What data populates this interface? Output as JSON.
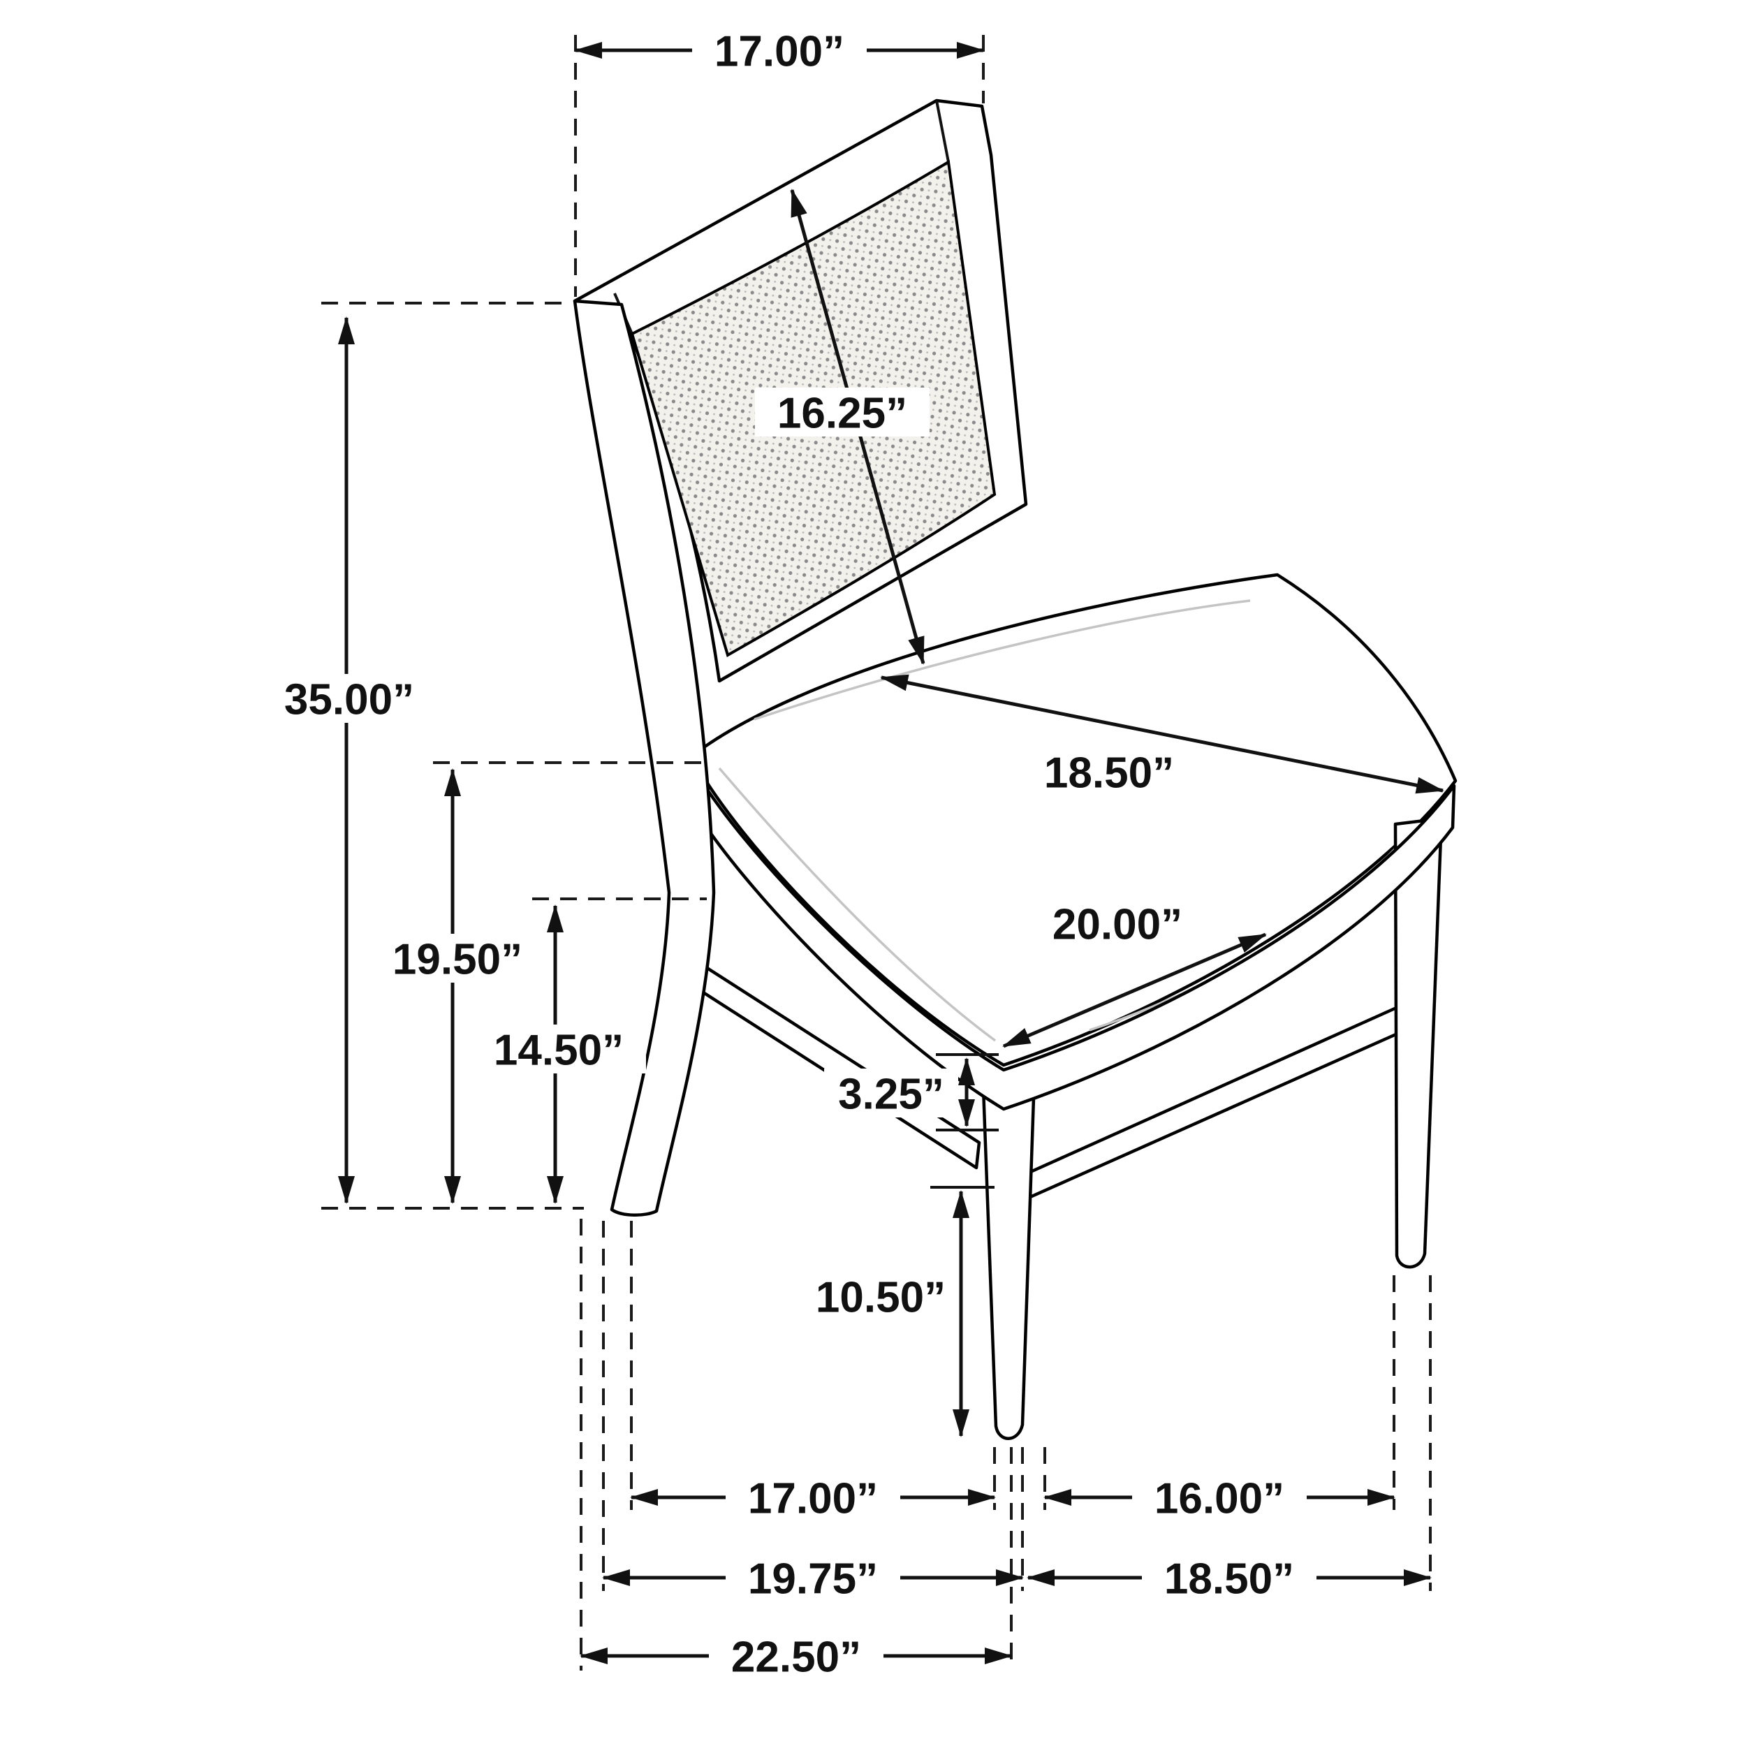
{
  "diagram_name": "dining-chair-dimension-diagram",
  "colors": {
    "line": "#111111",
    "background": "#ffffff",
    "cane_dot": "#8a8a8a"
  },
  "dims": {
    "top_width": "17.00”",
    "back_height": "16.25”",
    "overall_height": "35.00”",
    "seat_back_height": "19.50”",
    "apron_height": "14.50”",
    "seat_depth": "18.50”",
    "seat_width": "20.00”",
    "stretcher_gap": "3.25”",
    "leg_height": "10.50”",
    "bottom_front_span": "17.00”",
    "bottom_side_span": "16.00”",
    "bottom_front_overall": "19.75”",
    "bottom_side_overall": "18.50”",
    "bottom_total_depth": "22.50”"
  }
}
